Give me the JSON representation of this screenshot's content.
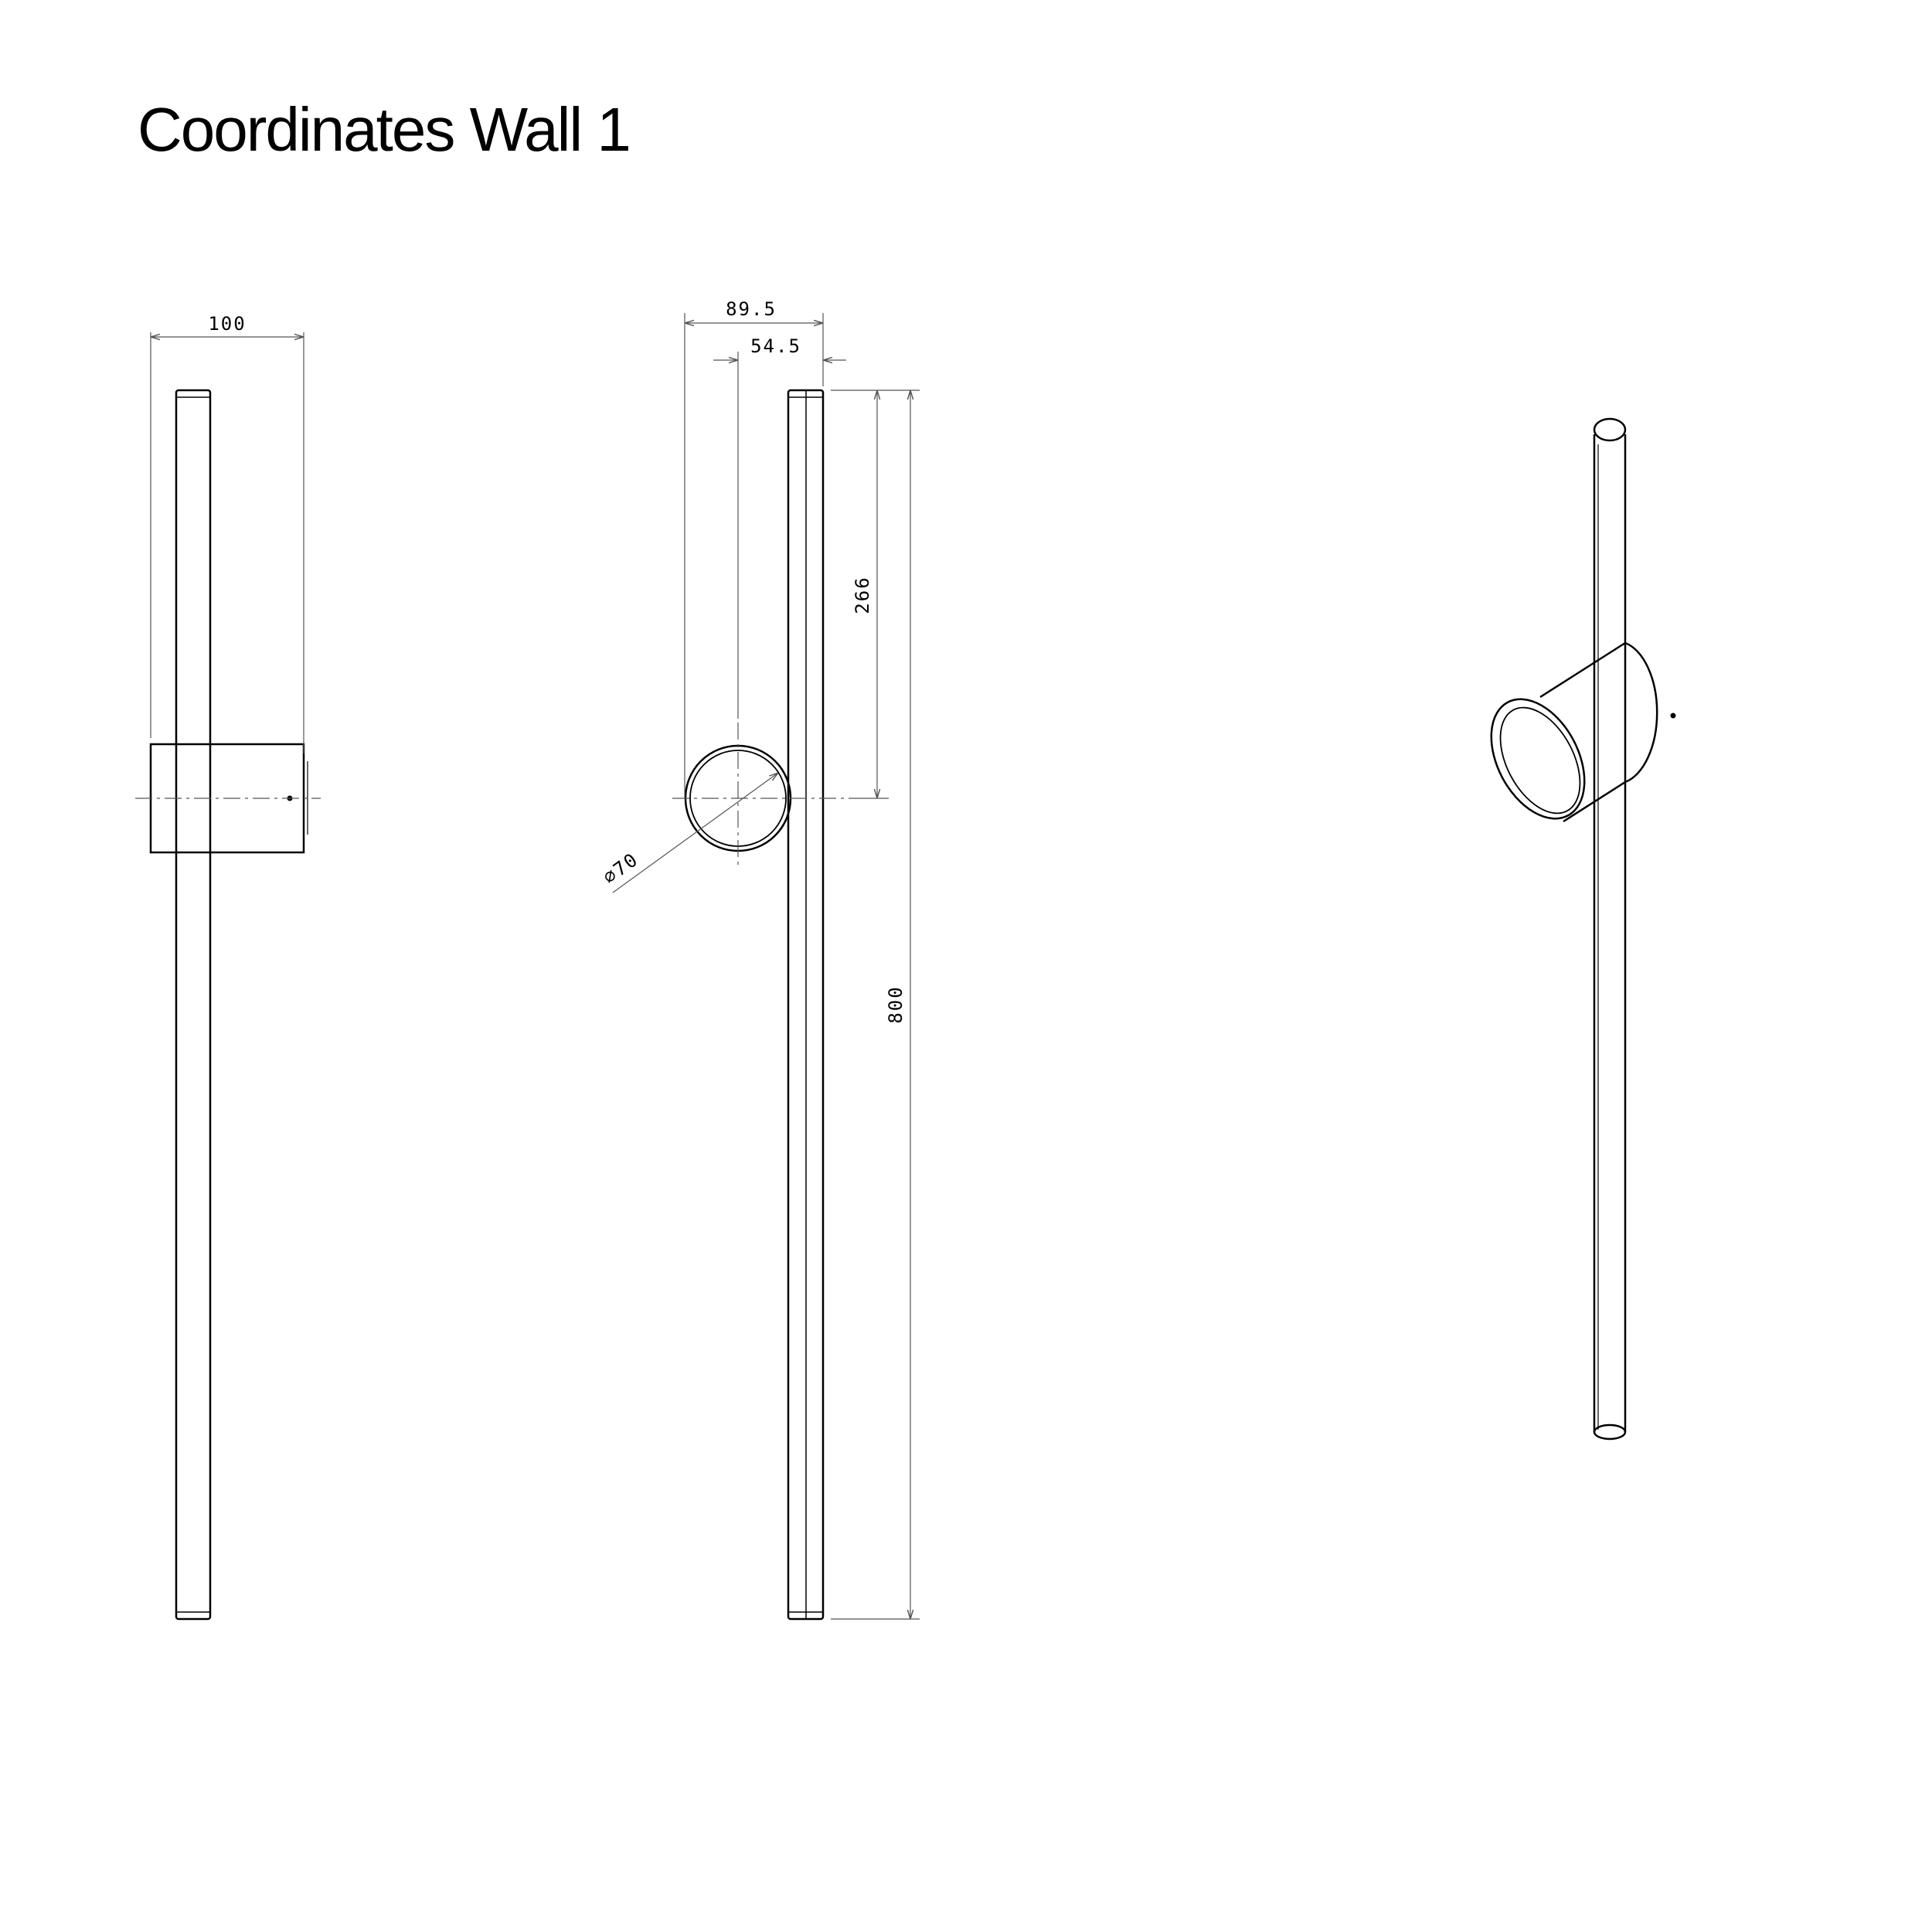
{
  "title": "Coordinates Wall 1",
  "dimensions": {
    "side_width": "100",
    "front_total_depth": "89.5",
    "front_axis_depth": "54.5",
    "shade_center_height": "266",
    "overall_height": "800",
    "shade_diameter": "⌀70"
  },
  "colors": {
    "line": "#000000",
    "dim_line": "#555555",
    "background": "#ffffff"
  }
}
